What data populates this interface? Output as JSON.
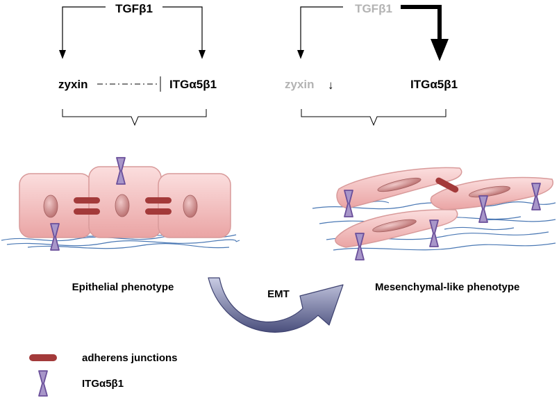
{
  "left_pathway": {
    "ligand": "TGFβ1",
    "target_a": "zyxin",
    "target_b": "ITGα5β1"
  },
  "right_pathway": {
    "ligand": "TGFβ1",
    "target_a": "zyxin",
    "down_glyph": "↓",
    "target_b": "ITGα5β1"
  },
  "phenotypes": {
    "left": "Epithelial phenotype",
    "transition": "EMT",
    "right": "Mesenchymal-like phenotype"
  },
  "legend": {
    "junctions": "adherens junctions",
    "integrin": "ITGα5β1"
  },
  "colors": {
    "text": "#000000",
    "faded_text": "#b3b3b3",
    "cell_fill": "#f2b8b8",
    "nucleus": "#c98080",
    "junction": "#a33a3a",
    "integrin_fill": "#a896c9",
    "integrin_stroke": "#6a4f9a",
    "ecm_fiber": "#4a78b4",
    "emt_arrow": "#8f93b8"
  }
}
